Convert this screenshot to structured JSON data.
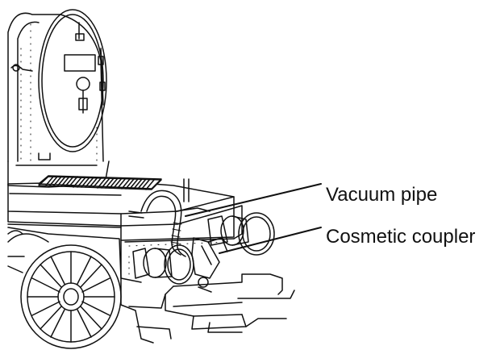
{
  "callouts": [
    {
      "id": "vacuum-pipe",
      "label": "Vacuum pipe"
    },
    {
      "id": "cosmetic-coupler",
      "label": "Cosmetic coupler"
    }
  ],
  "colors": {
    "ink": "#111111",
    "background": "#ffffff"
  }
}
